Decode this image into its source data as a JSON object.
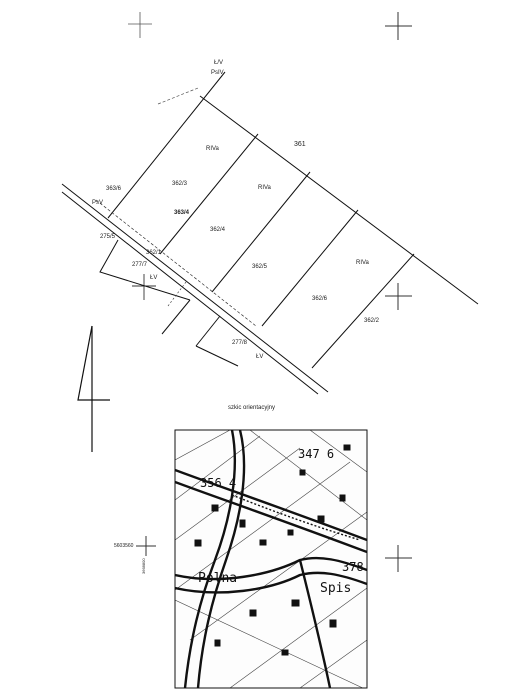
{
  "map": {
    "top_labels": [
      "Ł/V",
      "PsIV"
    ],
    "parcels": {
      "p361": "361",
      "p362_3": "362/3",
      "p362_4": "362/4",
      "p362_5": "362/5",
      "p362_6": "362/6",
      "p362_2": "362/2",
      "p363_6": "363/6",
      "p363_4": "363/4",
      "p362_1": "362/1",
      "p275_5": "275/5",
      "p277_7": "277/7",
      "p277_8": "277/8"
    },
    "land_classes": {
      "a": "RIVa",
      "b": "RIVa",
      "c": "RIVa",
      "uv_left": "ŁV",
      "uv_bottom": "ŁV",
      "psv": "PsV"
    },
    "sketch": {
      "title": "szkic orientacyjny",
      "labels": {
        "n3476": "347 6",
        "n3564": "356 4",
        "n378": "378",
        "polna": "Polna",
        "spis": "Spis"
      }
    },
    "coords": {
      "left_coord": "5603560",
      "left_coord_small": "3668800"
    }
  }
}
